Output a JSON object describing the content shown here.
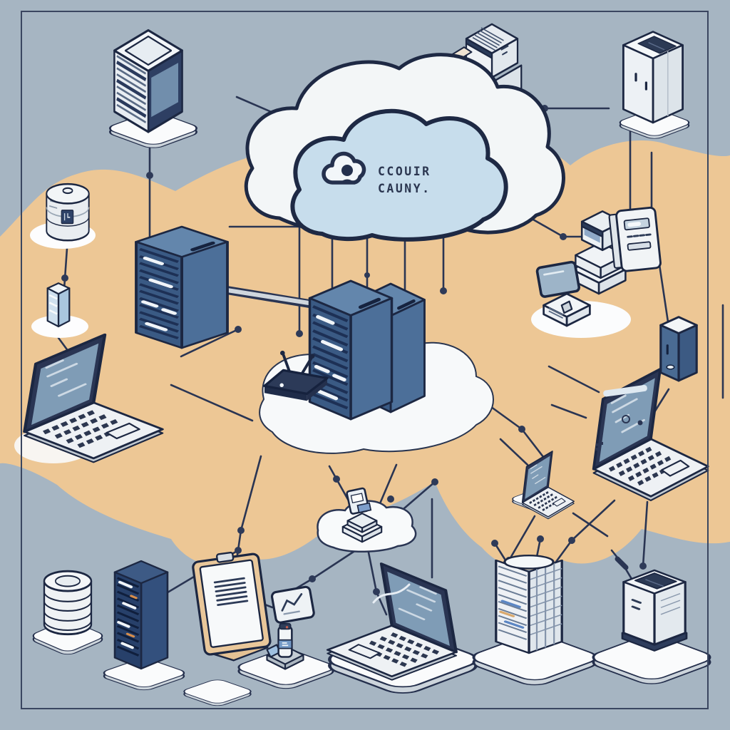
{
  "scene": {
    "type": "isometric-cloud-network-illustration",
    "background_color": "#a6b5c2",
    "frame_color": "#3a4660",
    "blob_color": "#edc795",
    "line_color": "#2a3553",
    "node_dot_color": "#2e3a58",
    "cloud": {
      "back_fill": "#f3f6f7",
      "front_fill": "#c7ddec",
      "outline_color": "#1e2944",
      "logo": "cloud-user-icon",
      "label_line1": "CCOUIR",
      "label_line2": "CAUNY.",
      "label_color": "#2b3650"
    },
    "palette": {
      "server_blue_face": "#3a5a84",
      "server_blue_side": "#4c6f99",
      "server_navy": "#27406a",
      "device_white": "#f0f3f6",
      "outline_navy": "#1c2742",
      "screen_blue": "#7f9cb6",
      "platform_white": "#fafbfc"
    },
    "nodes": [
      {
        "name": "server-rack-top-left"
      },
      {
        "name": "printer-top-center"
      },
      {
        "name": "server-cabinet-top-right"
      },
      {
        "name": "database-cylinder-left"
      },
      {
        "name": "mini-tower-left"
      },
      {
        "name": "laptop-left"
      },
      {
        "name": "server-tower-mid-left"
      },
      {
        "name": "cloud-center"
      },
      {
        "name": "server-tower-center"
      },
      {
        "name": "wifi-router-center"
      },
      {
        "name": "printer-stack-right"
      },
      {
        "name": "monitor-small-right"
      },
      {
        "name": "wall-meter-right"
      },
      {
        "name": "mini-tower-right"
      },
      {
        "name": "laptop-right"
      },
      {
        "name": "mini-laptop-mid-right"
      },
      {
        "name": "workstation-small-center-bottom"
      },
      {
        "name": "disc-stack-bottom-left"
      },
      {
        "name": "server-tower-bottom-left"
      },
      {
        "name": "clipboard-document-bottom"
      },
      {
        "name": "chart-card-bottom"
      },
      {
        "name": "usb-device-bottom"
      },
      {
        "name": "laptop-bottom-center"
      },
      {
        "name": "mesh-tower-bottom-right"
      },
      {
        "name": "desktop-tower-bottom-right"
      }
    ]
  }
}
